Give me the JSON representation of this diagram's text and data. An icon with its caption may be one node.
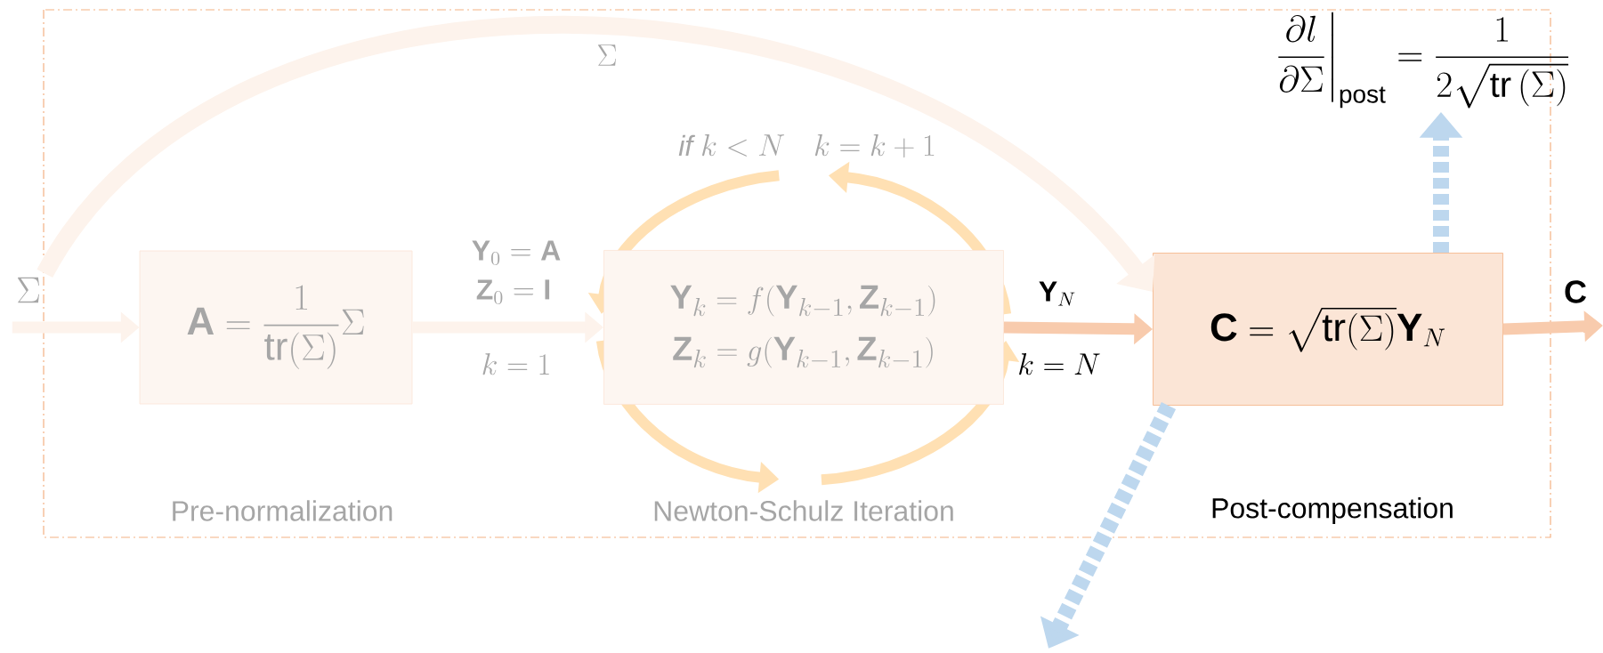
{
  "diagram": {
    "nodes": [
      {
        "text": [
          "\\Sigma"
        ]
      },
      {
        "text": [
          "\\mathbf{A}=\\frac{1}{\\mathrm{tr}(\\Sigma)}\\Sigma"
        ],
        "beside": [
          "Pre-normalization"
        ]
      },
      {
        "text": [
          "\\mathbf{Y}_k=f(\\mathbf{Y}_{k-1},\\mathbf{Z}_{k-1})",
          "\\mathbf{Z}_k=g(\\mathbf{Y}_{k-1},\\mathbf{Z}_{k-1})"
        ],
        "beside": [
          "Newton-Schulz Iteration"
        ]
      },
      {
        "text": [
          "\\mathbf{C}=\\sqrt{\\mathrm{tr}(\\Sigma)}\\mathbf{Y}_N"
        ],
        "beside": [
          "Post-compensation"
        ]
      },
      {
        "text": [
          "\\left.\\frac{\\partial l}{\\partial\\Sigma}\\right|_{\\mathrm{post}}=\\frac{1}{2\\sqrt{\\mathrm{tr}\\left(\\Sigma\\right)}}"
        ]
      }
    ],
    "edges": [
      {
        "from": 0,
        "to": 1,
        "arrow": "to"
      },
      {
        "from": 0,
        "to": 3,
        "arrow": "to",
        "label": "\\Sigma"
      },
      {
        "from": 1,
        "to": 2,
        "arrow": "to"
      },
      {
        "from": 2,
        "to": 3,
        "arrow": "to",
        "color": "#f8cbad"
      },
      {
        "from": 3,
        "to": 4,
        "arrow": "to",
        "style": "dashed",
        "color": "#bdd7ee"
      },
      {
        "from": 3,
        "to": null,
        "arrow": "to",
        "style": "dashed",
        "color": "#bdd7ee"
      },
      {
        "from": 3,
        "to": null,
        "arrow": "to",
        "color": "#f8cbad",
        "label": "\\mathbf{C}"
      }
    ],
    "labels": [
      "\\mathbf{Y}_0=\\mathbf{A}",
      "\\mathbf{Z}_0=\\mathbf{I}",
      "k=1",
      "\\mathit{if}\\ k<N\\quad k=k+1",
      "\\mathbf{Y}_N",
      "k=N"
    ]
  }
}
